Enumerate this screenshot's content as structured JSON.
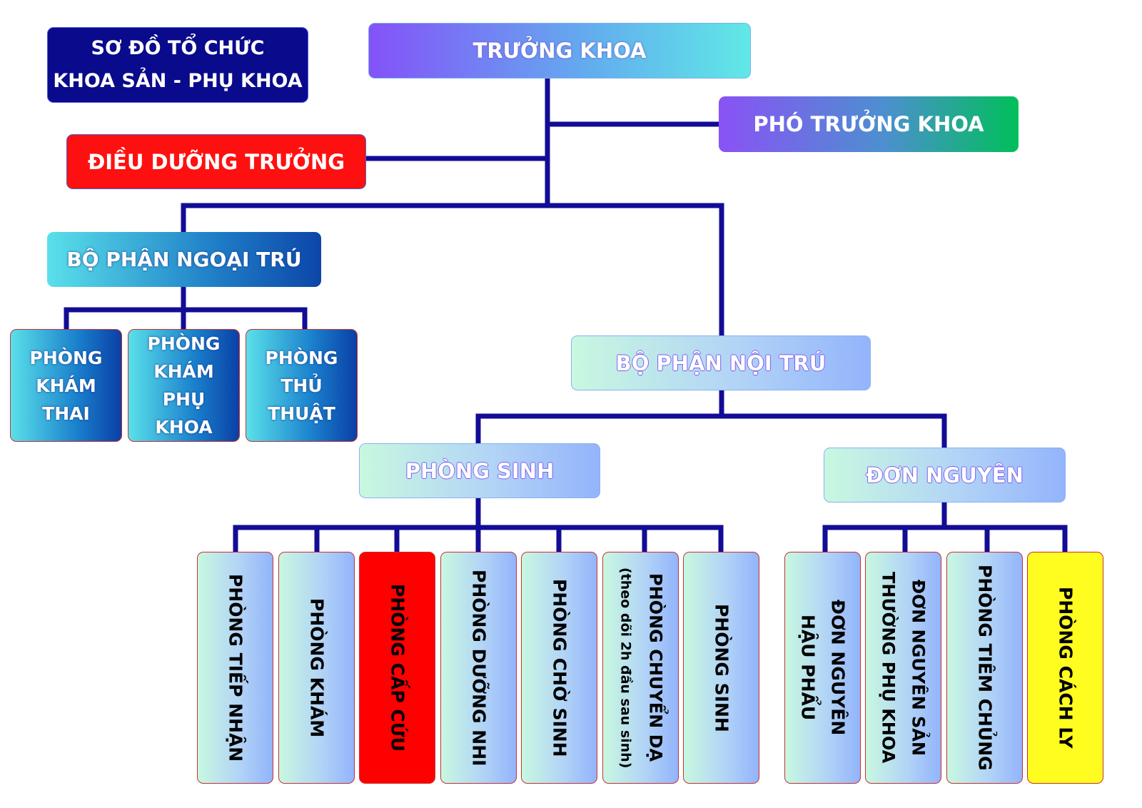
{
  "title": {
    "line1": "SƠ ĐỒ TỔ CHỨC",
    "line2": "KHOA SẢN - PHỤ KHOA"
  },
  "head": "TRƯỞNG KHOA",
  "deputy": "PHÓ TRƯỞNG KHOA",
  "head_nurse": "ĐIỀU DƯỠNG TRƯỞNG",
  "outpatient": {
    "label": "BỘ PHẬN NGOẠI TRÚ",
    "rooms": [
      [
        "PHÒNG",
        "KHÁM",
        "THAI"
      ],
      [
        "PHÒNG",
        "KHÁM",
        "PHỤ",
        "KHOA"
      ],
      [
        "PHÒNG",
        "THỦ",
        "THUẬT"
      ]
    ]
  },
  "inpatient": {
    "label": "BỘ PHẬN NỘI TRÚ",
    "birth_unit": {
      "label": "PHÒNG SINH",
      "rooms": [
        "PHÒNG TIẾP NHẬN",
        "PHÒNG KHÁM",
        "PHÒNG CẤP CỨU",
        "PHÒNG DƯỠNG NHI",
        "PHÒNG CHỜ SINH",
        "PHÒNG CHUYỂN DẠ",
        "(theo dõi 2h đầu sau sinh)",
        "PHÒNG SINH"
      ]
    },
    "ward_unit": {
      "label": "ĐƠN NGUYÊN",
      "rooms": [
        "ĐƠN NGUYÊN\nHẬU PHẨU",
        "ĐƠN NGUYÊN SẢN\nTHƯỜNG PHỤ KHOA",
        "PHÒNG TIÊM CHỦNG",
        "PHÒNG CÁCH LY"
      ]
    }
  },
  "colors": {
    "connector": "#120c96",
    "title_bg": "#0a0a8c",
    "head_nurse_bg": "#ff1010",
    "emergency_bg": "#ff0000",
    "isolation_bg": "#fffc20"
  }
}
